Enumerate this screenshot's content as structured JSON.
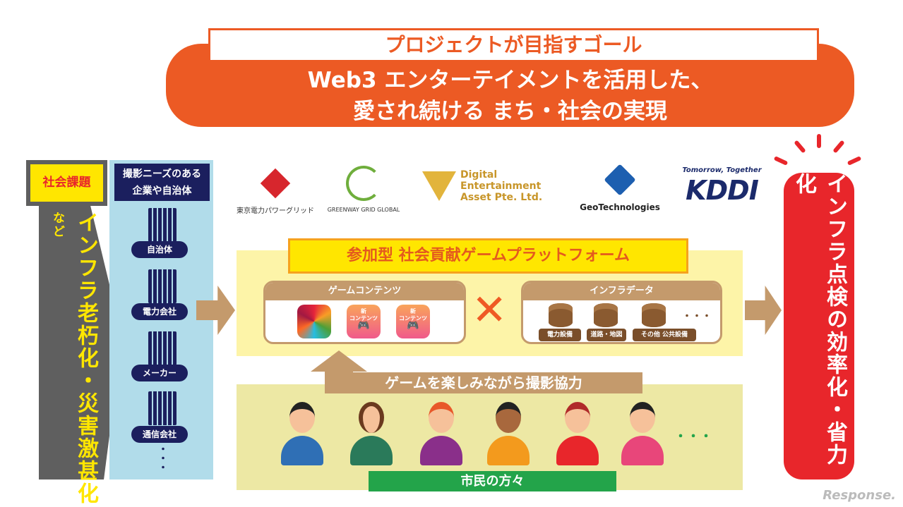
{
  "goal": {
    "title": "プロジェクトが目指すゴール",
    "line1": "Web3 エンターテイメントを活用した、",
    "line2": "愛され続ける まち・社会の実現"
  },
  "issue": {
    "header": "社会課題",
    "text": "インフラ老朽化・災害激甚化",
    "suffix": "など"
  },
  "companies": {
    "header_line1": "撮影ニーズのある",
    "header_line2": "企業や自治体",
    "items": [
      "自治体",
      "電力会社",
      "メーカー",
      "通信会社"
    ],
    "more": "・\n・\n・"
  },
  "logos": [
    "東京電力パワーグリッド",
    "GREENWAY GRID GLOBAL",
    "Digital Entertainment Asset Pte. Ltd.",
    "GeoTechnologies",
    "KDDI"
  ],
  "kddi_tagline": "Tomorrow, Together",
  "platform": {
    "title": "参加型 社会貢献ゲームプラットフォーム",
    "games": {
      "header": "ゲームコンテンツ",
      "new_label_top": "新",
      "new_label": "コンテンツ"
    },
    "cross": "✕",
    "infra": {
      "header": "インフラデータ",
      "items": [
        "電力設備",
        "道路・地図",
        "その他 公共設備"
      ],
      "more": "・・・"
    }
  },
  "cooperation": "ゲームを楽しみながら撮影協力",
  "citizens": {
    "label": "市民の方々",
    "more": "・・・"
  },
  "result": "インフラ点検の効率化・省力化",
  "watermark": "Response.",
  "colors": {
    "orange": "#ec5a24",
    "yellow": "#ffe600",
    "navy": "#1b1f5e",
    "brown": "#c49a6c",
    "red": "#e8262b",
    "green": "#23a44a"
  }
}
